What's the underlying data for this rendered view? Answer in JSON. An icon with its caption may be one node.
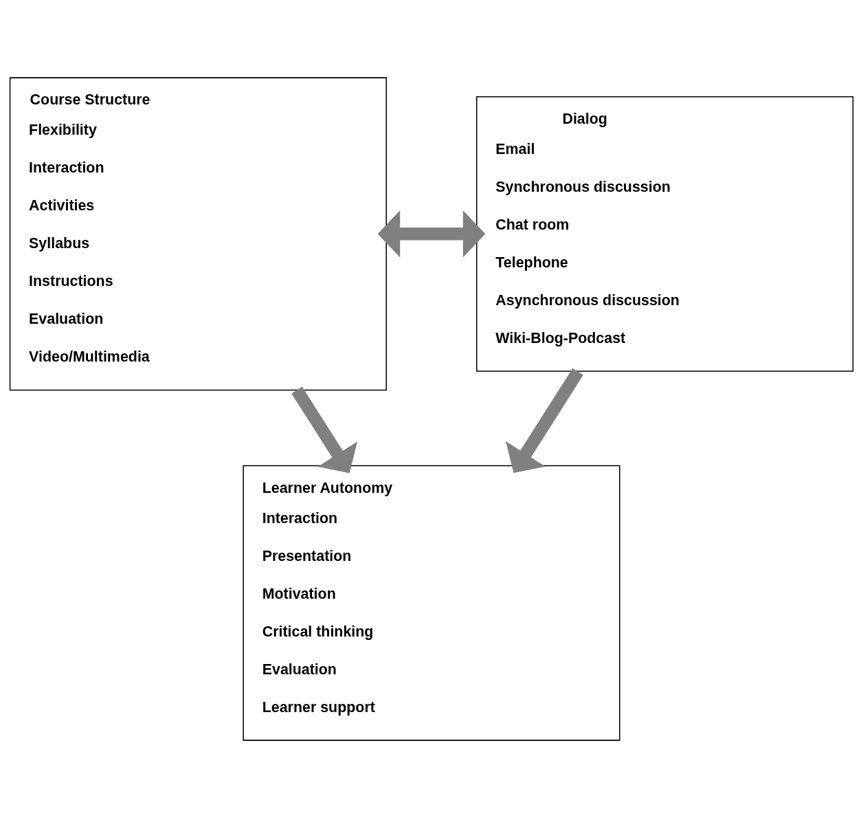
{
  "diagram": {
    "nodes": [
      {
        "text": [
          "Course Structure",
          "Flexibility",
          "Interaction",
          "Activities",
          "Syllabus",
          "Instructions",
          "Evaluation",
          "Video/Multimedia"
        ]
      },
      {
        "text": [
          "Dialog",
          "Email",
          "Synchronous discussion",
          "Chat room",
          "Telephone",
          "Asynchronous discussion",
          "Wiki-Blog-Podcast"
        ]
      },
      {
        "text": [
          "Learner Autonomy",
          "Interaction",
          "Presentation",
          "Motivation",
          "Critical thinking",
          "Evaluation",
          "Learner support"
        ]
      }
    ],
    "edges": [
      {
        "from": 0,
        "to": 1,
        "arrow": "both"
      },
      {
        "from": 0,
        "to": 2,
        "arrow": "to"
      },
      {
        "from": 1,
        "to": 2,
        "arrow": "to"
      }
    ]
  }
}
